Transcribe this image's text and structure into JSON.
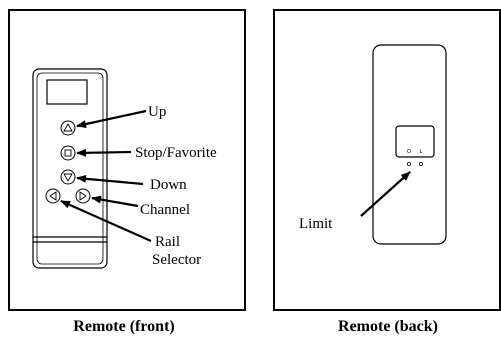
{
  "front": {
    "caption": "Remote (front)",
    "labels": {
      "up": "Up",
      "stop": "Stop/Favorite",
      "down": "Down",
      "channel": "Channel",
      "rail_line1": "Rail",
      "rail_line2": "Selector"
    },
    "button_icons": [
      "up-triangle-icon",
      "stop-square-icon",
      "down-triangle-icon",
      "left-triangle-icon",
      "right-triangle-icon"
    ]
  },
  "back": {
    "caption": "Remote (back)",
    "label_limit": "Limit",
    "switch_marks": [
      "O",
      "L"
    ]
  }
}
